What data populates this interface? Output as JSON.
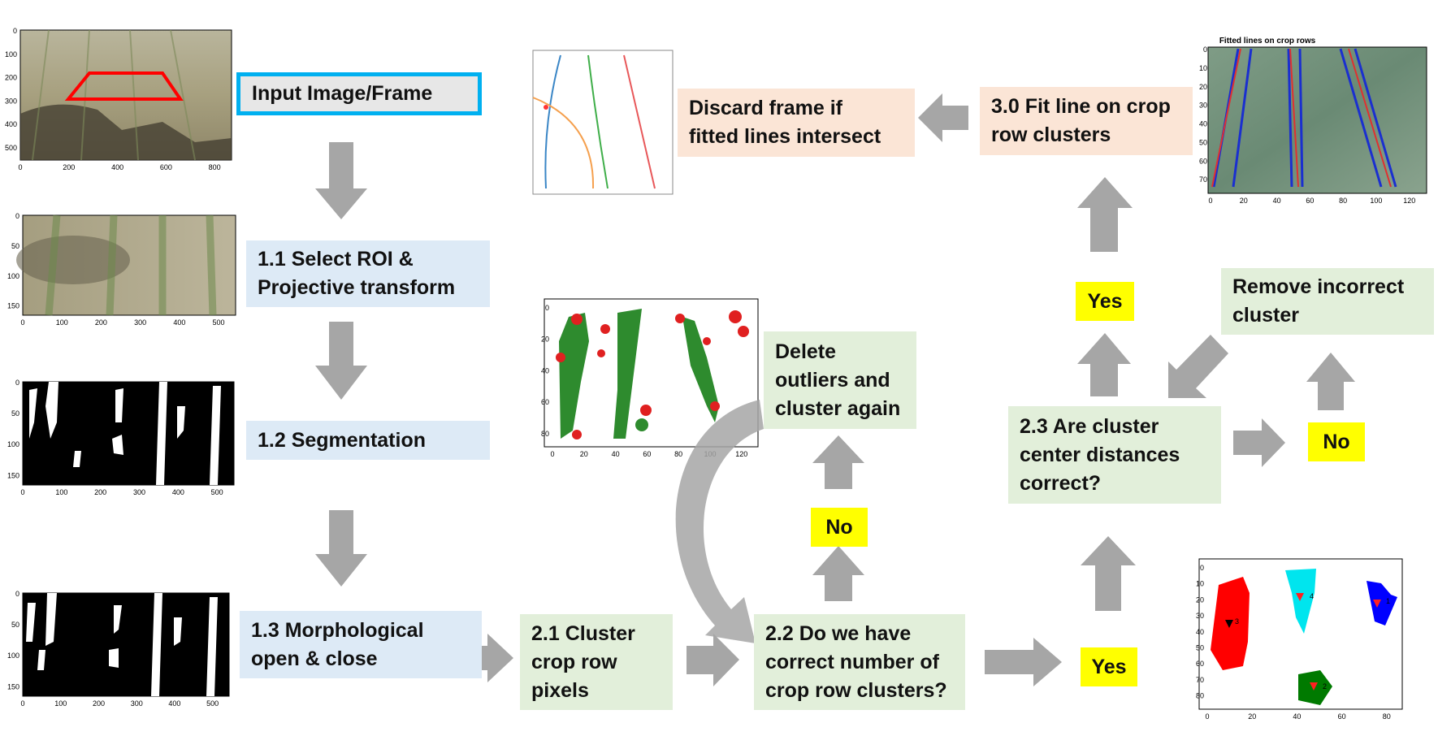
{
  "flow": {
    "input": "Input Image/Frame",
    "step_1_1": "1.1 Select ROI &\nProjective transform",
    "step_1_2": "1.2 Segmentation",
    "step_1_3": "1.3 Morphological\nopen & close",
    "step_2_1": "2.1 Cluster\ncrop row\npixels",
    "step_2_2": "2.2 Do we have\ncorrect number of\ncrop row clusters?",
    "delete_outliers": "Delete\noutliers and\ncluster again",
    "step_2_3": "2.3 Are cluster\ncenter distances\ncorrect?",
    "remove_incorrect": "Remove incorrect\ncluster",
    "step_3_0": "3.0 Fit line on crop\nrow clusters",
    "discard": "Discard frame if\nfitted lines intersect",
    "yes": "Yes",
    "no": "No"
  },
  "plots": {
    "input_frame": {
      "x_ticks": [
        "0",
        "200",
        "400",
        "600",
        "800"
      ],
      "y_ticks": [
        "0",
        "100",
        "200",
        "300",
        "400",
        "500"
      ]
    },
    "roi": {
      "x_ticks": [
        "0",
        "100",
        "200",
        "300",
        "400",
        "500"
      ],
      "y_ticks": [
        "0",
        "50",
        "100",
        "150"
      ]
    },
    "segmentation": {
      "x_ticks": [
        "0",
        "100",
        "200",
        "300",
        "400",
        "500"
      ],
      "y_ticks": [
        "0",
        "50",
        "100",
        "150"
      ]
    },
    "morphology": {
      "x_ticks": [
        "0",
        "100",
        "200",
        "300",
        "400",
        "500"
      ],
      "y_ticks": [
        "0",
        "50",
        "100",
        "150"
      ]
    },
    "outliers": {
      "x_ticks": [
        "0",
        "20",
        "40",
        "60",
        "80",
        "100",
        "120"
      ],
      "y_ticks": [
        "0",
        "20",
        "40",
        "60",
        "80"
      ]
    },
    "clusters": {
      "x_ticks": [
        "0",
        "20",
        "40",
        "60",
        "80"
      ],
      "y_ticks": [
        "0",
        "10",
        "20",
        "30",
        "40",
        "50",
        "60",
        "70",
        "80"
      ],
      "labels": [
        "1",
        "2",
        "3",
        "4"
      ]
    },
    "fitted": {
      "title": "Fitted lines on crop rows",
      "x_ticks": [
        "0",
        "20",
        "40",
        "60",
        "80",
        "100",
        "120"
      ],
      "y_ticks": [
        "0",
        "10",
        "20",
        "30",
        "40",
        "50",
        "60",
        "70"
      ]
    }
  },
  "colors": {
    "blue_box": "#ddeaf6",
    "green_box": "#e2efda",
    "peach_box": "#fbe5d6",
    "yellow_box": "#ffff00",
    "input_border": "#00b0f0",
    "arrow": "#a6a6a6"
  }
}
